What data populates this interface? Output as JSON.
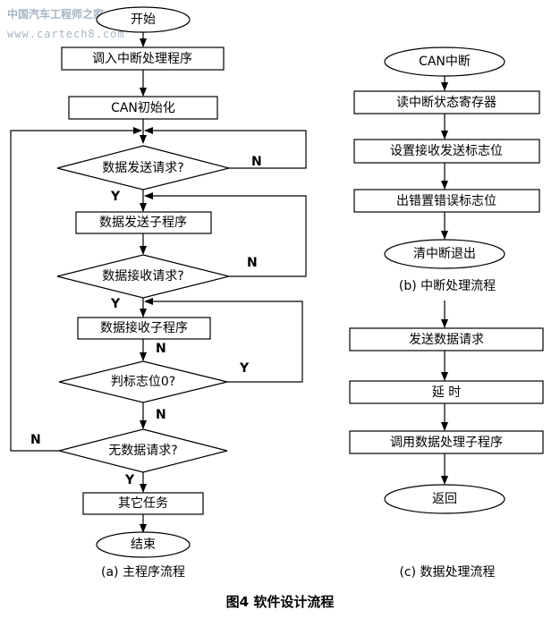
{
  "watermark": {
    "line1": "中国汽车工程师之家",
    "line2": "www.cartech8.com"
  },
  "main_flow": {
    "start": "开始",
    "call_isr": "调入中断处理程序",
    "can_init": "CAN初始化",
    "q_send": "数据发送请求?",
    "send_sub": "数据发送子程序",
    "q_recv": "数据接收请求?",
    "recv_sub": "数据接收子程序",
    "q_flag": "判标志位0?",
    "q_nodata": "无数据请求?",
    "other_task": "其它任务",
    "end": "结束",
    "caption": "(a)  主程序流程"
  },
  "isr_flow": {
    "start": "CAN中断",
    "read_reg": "读中断状态寄存器",
    "set_flag": "设置接收发送标志位",
    "error_flag": "出错置错误标志位",
    "exit": "清中断退出",
    "caption": "(b)  中断处理流程"
  },
  "data_flow": {
    "send_req": "发送数据请求",
    "delay": "延    时",
    "call_sub": "调用数据处理子程序",
    "return": "返回",
    "caption": "(c)  数据处理流程"
  },
  "labels": {
    "yes": "Y",
    "no": "N"
  },
  "figure_title": "图4    软件设计流程"
}
